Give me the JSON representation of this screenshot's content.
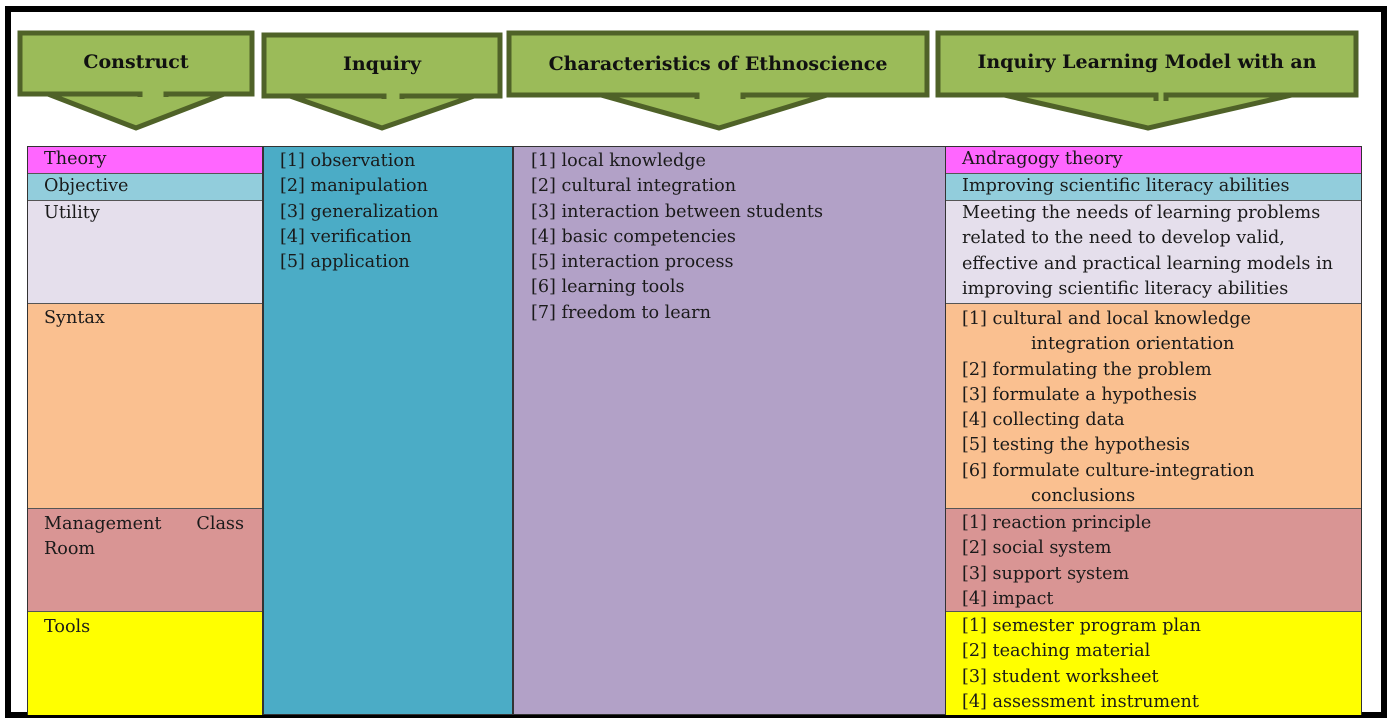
{
  "headers": {
    "construct": "Construct",
    "inquiry": "Inquiry",
    "ethnoscience": "Characteristics of Ethnoscience",
    "model": "Inquiry Learning Model with an"
  },
  "construct": {
    "theory": "Theory",
    "objective": "Objective",
    "utility": "Utility",
    "syntax": "Syntax",
    "management": "Management Class Room",
    "tools": "Tools"
  },
  "inquiry": {
    "items": [
      "[1] observation",
      "[2] manipulation",
      "[3] generalization",
      "[4] verification",
      "[5] application"
    ]
  },
  "ethnoscience": {
    "items": [
      "[1] local knowledge",
      "[2] cultural integration",
      "[3] interaction between students",
      "[4] basic competencies",
      "[5] interaction process",
      "[6] learning tools",
      "[7] freedom to learn"
    ]
  },
  "model": {
    "theory": "Andragogy theory",
    "objective": "Improving scientific literacy abilities",
    "utility": "Meeting the needs of learning problems related to the need to develop valid, effective and practical learning models in improving scientific literacy abilities",
    "syntax": [
      {
        "num": "[1]",
        "text": "cultural and local knowledge",
        "cont": "integration orientation"
      },
      {
        "num": "[2]",
        "text": "formulating the problem"
      },
      {
        "num": "[3]",
        "text": "formulate a hypothesis"
      },
      {
        "num": "[4]",
        "text": "collecting data"
      },
      {
        "num": "[5]",
        "text": "testing the hypothesis"
      },
      {
        "num": "[6]",
        "text": "formulate culture-integration",
        "cont": "conclusions"
      }
    ],
    "management": [
      "[1] reaction principle",
      "[2] social system",
      "[3] support system",
      "[4] impact"
    ],
    "tools": [
      "[1] semester program plan",
      "[2] teaching material",
      "[3] student worksheet",
      "[4] assessment instrument"
    ]
  },
  "colors": {
    "arrow_fill": "#9bbb59",
    "arrow_stroke": "#4f6228",
    "theory": "#ff66ff",
    "objective": "#92cddc",
    "utility": "#e5dfec",
    "syntax": "#fac090",
    "management": "#d99594",
    "tools": "#ffff00",
    "inquiry_col": "#4bacc6",
    "ethno_col": "#b2a1c7"
  }
}
